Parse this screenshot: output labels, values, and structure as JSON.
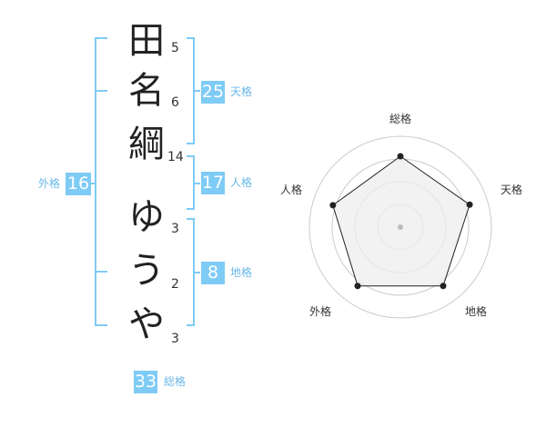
{
  "name_chars": [
    {
      "char": "田",
      "strokes": "5"
    },
    {
      "char": "名",
      "strokes": "6"
    },
    {
      "char": "綱",
      "strokes": "14"
    },
    {
      "char": "ゆ",
      "strokes": "3"
    },
    {
      "char": "う",
      "strokes": "2"
    },
    {
      "char": "や",
      "strokes": "3"
    }
  ],
  "scores": {
    "tenkaku": {
      "value": "25",
      "label": "天格"
    },
    "jinkaku": {
      "value": "17",
      "label": "人格"
    },
    "chikaku": {
      "value": "8",
      "label": "地格"
    },
    "gaikaku": {
      "value": "16",
      "label": "外格"
    },
    "soukaku": {
      "value": "33",
      "label": "総格"
    }
  },
  "chart_data": {
    "type": "radar",
    "axes": [
      "総格",
      "天格",
      "地格",
      "外格",
      "人格"
    ],
    "values": [
      0.78,
      0.8,
      0.8,
      0.8,
      0.78
    ],
    "max": 1,
    "rings": 4,
    "colors": {
      "accent": "#7ecbf5",
      "line": "#222222",
      "fill": "#eeeeee",
      "grid": "#cccccc"
    }
  }
}
